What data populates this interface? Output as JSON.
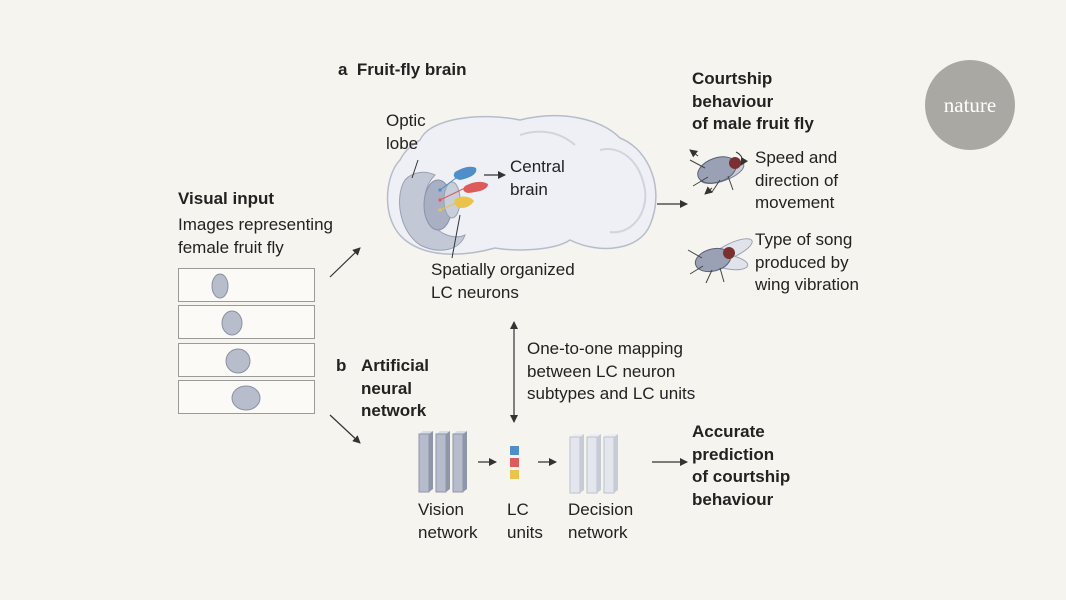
{
  "brand": "nature",
  "section_a": {
    "letter": "a",
    "title": "Fruit-fly brain"
  },
  "section_b": {
    "letter": "b",
    "title_lines": [
      "Artificial",
      "neural",
      "network"
    ]
  },
  "visual_input": {
    "title": "Visual input",
    "lines": [
      "Images representing",
      "female fruit fly"
    ]
  },
  "brain_labels": {
    "optic_lobe": [
      "Optic",
      "lobe"
    ],
    "central_brain": [
      "Central",
      "brain"
    ],
    "lc_neurons": [
      "Spatially organized",
      "LC neurons"
    ]
  },
  "courtship": {
    "title_lines": [
      "Courtship",
      "behaviour",
      "of male fruit fly"
    ],
    "movement": [
      "Speed and",
      "direction of",
      "movement"
    ],
    "song": [
      "Type of song",
      "produced by",
      "wing vibration"
    ]
  },
  "mapping": [
    "One-to-one mapping",
    "between LC neuron",
    "subtypes and LC units"
  ],
  "network": {
    "vision": [
      "Vision",
      "network"
    ],
    "lc_units": [
      "LC",
      "units"
    ],
    "decision": [
      "Decision",
      "network"
    ]
  },
  "prediction": [
    "Accurate",
    "prediction",
    "of courtship",
    "behaviour"
  ],
  "colors": {
    "background": "#f5f4ee",
    "lc_blue": "#4e8ec9",
    "lc_red": "#dc5b5b",
    "lc_yellow": "#e9c34c",
    "brand_circle": "#a9a8a3"
  }
}
